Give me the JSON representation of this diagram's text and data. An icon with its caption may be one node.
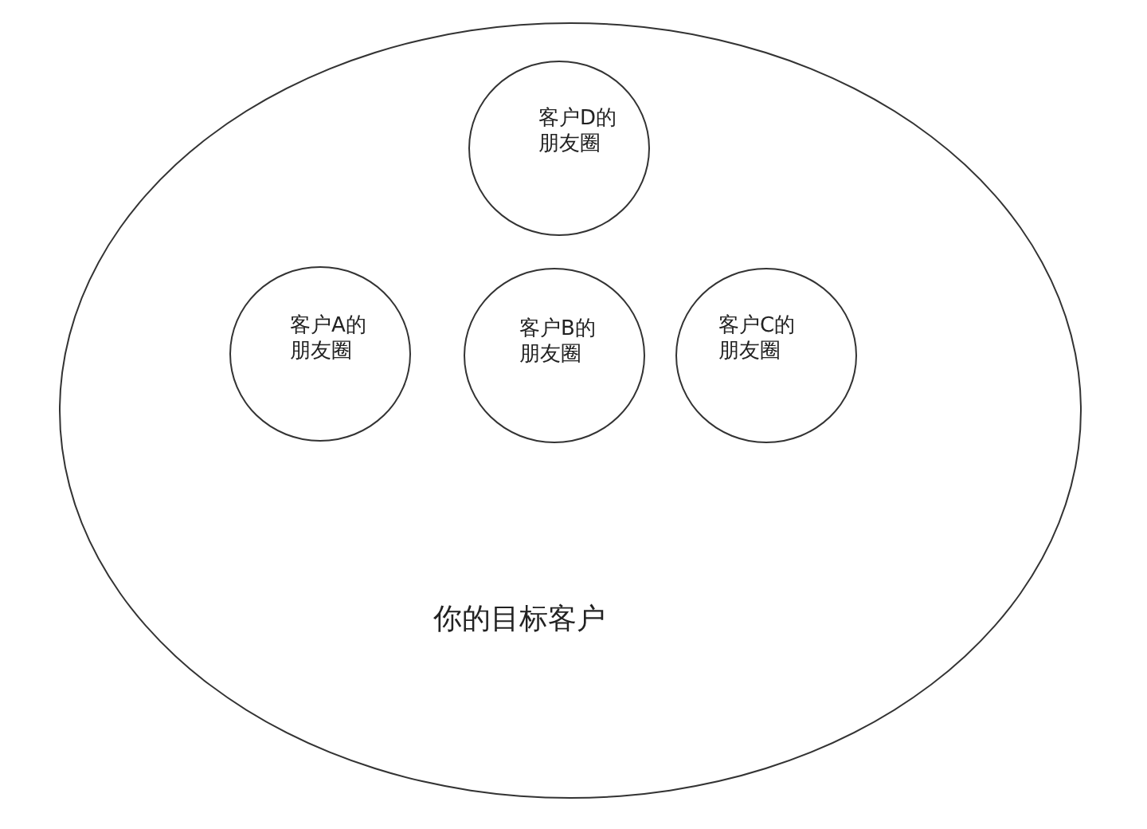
{
  "diagram": {
    "nodes": [
      {
        "text": [
          "你的目标客户"
        ]
      },
      {
        "text": [
          "客户D的朋友圈"
        ],
        "in": 0
      },
      {
        "text": [
          "客户A的朋友圈"
        ],
        "in": 0
      },
      {
        "text": [
          "客户B的朋友圈"
        ],
        "in": 0
      },
      {
        "text": [
          "客户C的朋友圈"
        ],
        "in": 0
      }
    ]
  }
}
